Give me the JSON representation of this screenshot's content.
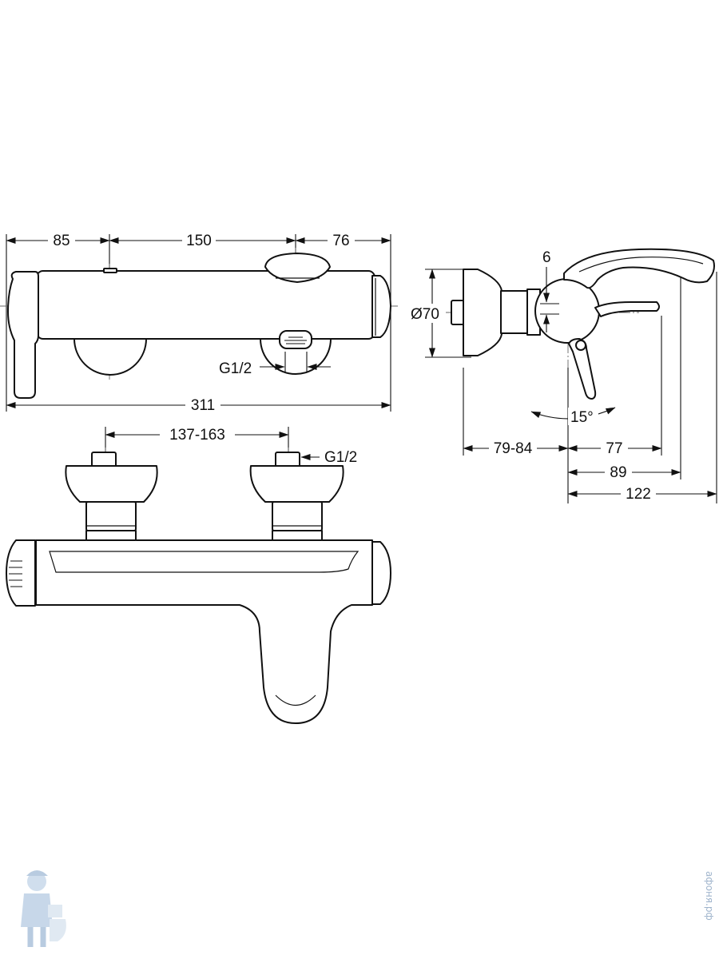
{
  "dimensions": {
    "top_view": {
      "d85": "85",
      "d150": "150",
      "d76": "76",
      "d311": "311",
      "thread_outlet": "G1/2"
    },
    "front_view": {
      "centers": "137-163",
      "thread_inlet": "G1/2"
    },
    "side_view": {
      "diameter": "Ø70",
      "d6": "6",
      "angle": "15°",
      "d79_84": "79-84",
      "d77": "77",
      "d89": "89",
      "d122": "122"
    }
  },
  "watermark": {
    "text": "афоня.рф",
    "mascot_icon": "plumber-mascot-icon",
    "color": "#9fb4cc"
  }
}
